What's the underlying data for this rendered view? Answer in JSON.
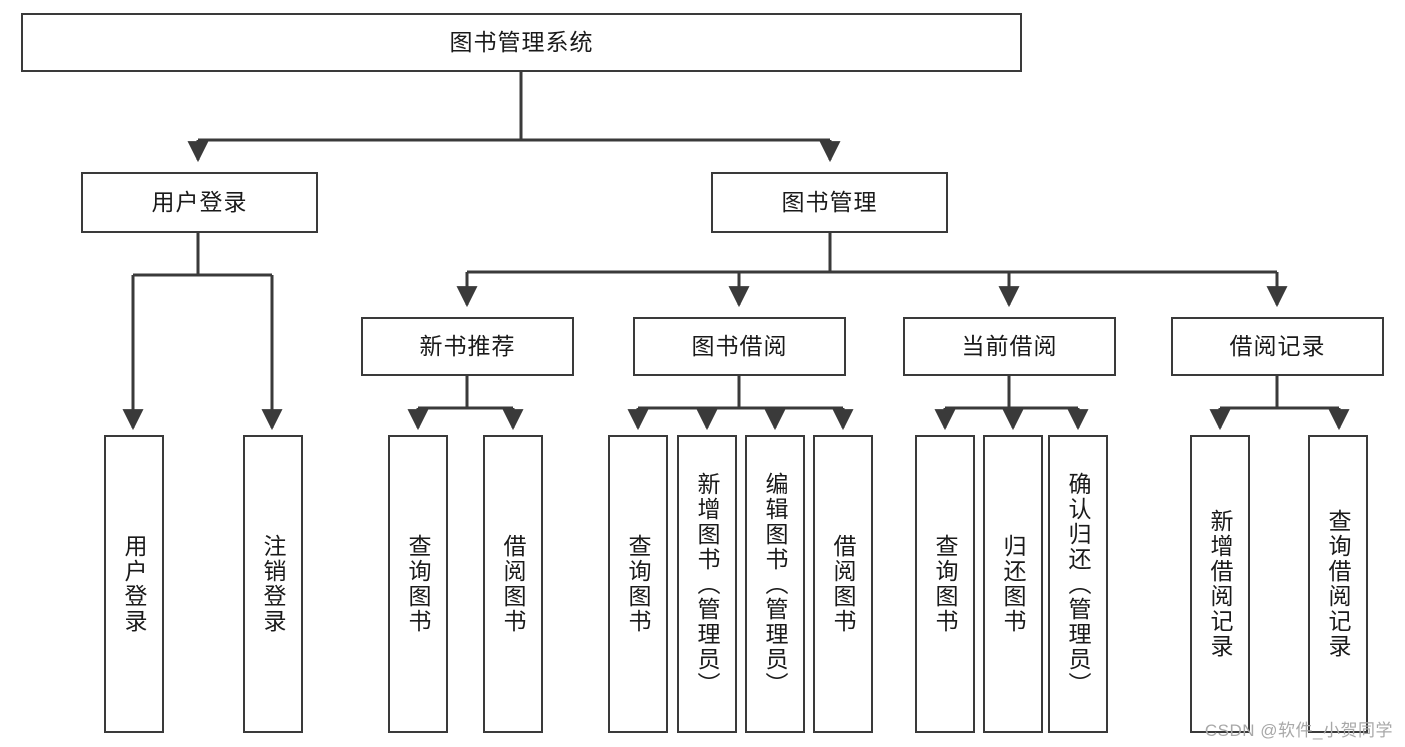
{
  "diagram": {
    "title": "图书管理系统",
    "type": "tree",
    "root": {
      "id": "root",
      "label": "图书管理系统"
    },
    "level2": [
      {
        "id": "user-login",
        "label": "用户登录"
      },
      {
        "id": "book-manage",
        "label": "图书管理"
      }
    ],
    "level3": [
      {
        "id": "new-book-recommend",
        "label": "新书推荐",
        "parent": "book-manage"
      },
      {
        "id": "book-borrow",
        "label": "图书借阅",
        "parent": "book-manage"
      },
      {
        "id": "current-borrow",
        "label": "当前借阅",
        "parent": "book-manage"
      },
      {
        "id": "borrow-record",
        "label": "借阅记录",
        "parent": "book-manage"
      }
    ],
    "leaves": [
      {
        "id": "leaf-user-login",
        "label": "用户登录",
        "parent": "user-login"
      },
      {
        "id": "leaf-logout-login",
        "label": "注销登录",
        "parent": "user-login"
      },
      {
        "id": "leaf-query-book-1",
        "label": "查询图书",
        "parent": "new-book-recommend"
      },
      {
        "id": "leaf-borrow-book-1",
        "label": "借阅图书",
        "parent": "new-book-recommend"
      },
      {
        "id": "leaf-query-book-2",
        "label": "查询图书",
        "parent": "book-borrow"
      },
      {
        "id": "leaf-add-book",
        "label": "新增图书（管理员）",
        "parent": "book-borrow"
      },
      {
        "id": "leaf-edit-book",
        "label": "编辑图书（管理员）",
        "parent": "book-borrow"
      },
      {
        "id": "leaf-borrow-book-2",
        "label": "借阅图书",
        "parent": "book-borrow"
      },
      {
        "id": "leaf-query-book-3",
        "label": "查询图书",
        "parent": "current-borrow"
      },
      {
        "id": "leaf-return-book",
        "label": "归还图书",
        "parent": "current-borrow"
      },
      {
        "id": "leaf-confirm-return",
        "label": "确认归还（管理员）",
        "parent": "current-borrow"
      },
      {
        "id": "leaf-add-record",
        "label": "新增借阅记录",
        "parent": "borrow-record"
      },
      {
        "id": "leaf-query-record",
        "label": "查询借阅记录",
        "parent": "borrow-record"
      }
    ]
  },
  "watermark": {
    "text": "CSDN @软件_小贺同学"
  },
  "colors": {
    "stroke": "#3a3a3a",
    "text": "#1a1a1a",
    "background": "#ffffff",
    "watermark": "#a8a8a8"
  }
}
